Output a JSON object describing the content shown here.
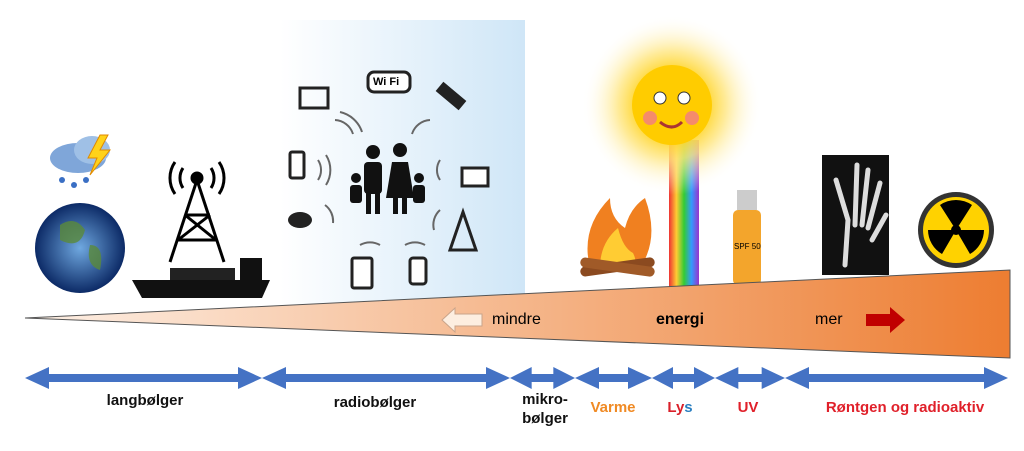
{
  "energy_bar": {
    "less": "mindre",
    "title": "energi",
    "more": "mer"
  },
  "bands": [
    {
      "label": "langbølger",
      "color": "#111111"
    },
    {
      "label": "radiobølger",
      "color": "#111111"
    },
    {
      "label": "mikro-",
      "label2": "bølger",
      "color": "#111111"
    },
    {
      "label": "Varme",
      "color": "#f08a24"
    },
    {
      "label": "Ly",
      "label2": "s",
      "color": "#d9202a",
      "color2": "#2a7fc0"
    },
    {
      "label": "UV",
      "color": "#e0202a"
    },
    {
      "label": "Røntgen og radioaktiv",
      "color": "#e0202a"
    }
  ],
  "icon_text": {
    "wifi": "Wi Fi",
    "sunscreen": "SPF 50"
  },
  "colors": {
    "arrow": "#4472c4",
    "wedge_start": "#fde8d8",
    "wedge_end": "#ed7d31"
  }
}
